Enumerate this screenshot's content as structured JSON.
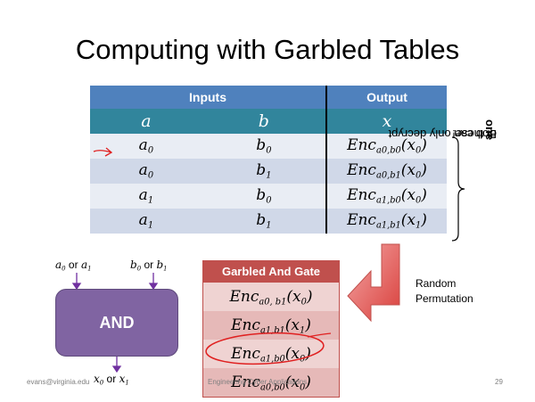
{
  "slide": {
    "title": "Computing with Garbled Tables",
    "page_number": "29",
    "footer_left": "evans@virginia.edu",
    "footer_center": "Engineering Cyber Applications"
  },
  "table": {
    "group_headers": {
      "inputs": "Inputs",
      "output": "Output"
    },
    "columns": [
      "a",
      "b",
      "x"
    ],
    "rows": [
      {
        "a": "a",
        "a_sub": "0",
        "b": "b",
        "b_sub": "0",
        "x_pre": "Enc",
        "x_sub": "a0,b0",
        "x_arg": "(x",
        "x_arg_sub": "0",
        "x_close": ")"
      },
      {
        "a": "a",
        "a_sub": "0",
        "b": "b",
        "b_sub": "1",
        "x_pre": "Enc",
        "x_sub": "a0,b1",
        "x_arg": "(x",
        "x_arg_sub": "0",
        "x_close": ")"
      },
      {
        "a": "a",
        "a_sub": "1",
        "b": "b",
        "b_sub": "0",
        "x_pre": "Enc",
        "x_sub": "a1,b0",
        "x_arg": "(x",
        "x_arg_sub": "0",
        "x_close": ")"
      },
      {
        "a": "a",
        "a_sub": "1",
        "b": "b",
        "b_sub": "1",
        "x_pre": "Enc",
        "x_sub": "a1,b1",
        "x_arg": "(x",
        "x_arg_sub": "1",
        "x_close": ")"
      }
    ]
  },
  "side_note": {
    "text_1": "Bob can only decrypt ",
    "bold": "one",
    "text_2": " of these!"
  },
  "and_gate": {
    "label": "AND",
    "input_a": {
      "v0": "a",
      "s0": "0",
      "or": " or ",
      "v1": "a",
      "s1": "1"
    },
    "input_b": {
      "v0": "b",
      "s0": "0",
      "or": " or ",
      "v1": "b",
      "s1": "1"
    },
    "output": {
      "v0": "x",
      "s0": "0",
      "or": " or ",
      "v1": "x",
      "s1": "1"
    }
  },
  "garbled_gate": {
    "title": "Garbled And Gate",
    "rows": [
      {
        "pre": "Enc",
        "sub": "a0, b1",
        "arg": "(x",
        "arg_sub": "0",
        "close": ")"
      },
      {
        "pre": "Enc",
        "sub": "a1,b1",
        "arg": "(x",
        "arg_sub": "1",
        "close": ")"
      },
      {
        "pre": "Enc",
        "sub": "a1,b0",
        "arg": "(x",
        "arg_sub": "0",
        "close": ")"
      },
      {
        "pre": "Enc",
        "sub": "a0,b0",
        "arg": "(x",
        "arg_sub": "0",
        "close": ")"
      }
    ]
  },
  "permutation_label": {
    "line1": "Random",
    "line2": "Permutation"
  },
  "colors": {
    "header_blue": "#4f81bd",
    "header_teal": "#31859c",
    "gate_purple": "#8064a2",
    "garbled_red": "#c0504d",
    "annotation_red": "#e02020"
  }
}
